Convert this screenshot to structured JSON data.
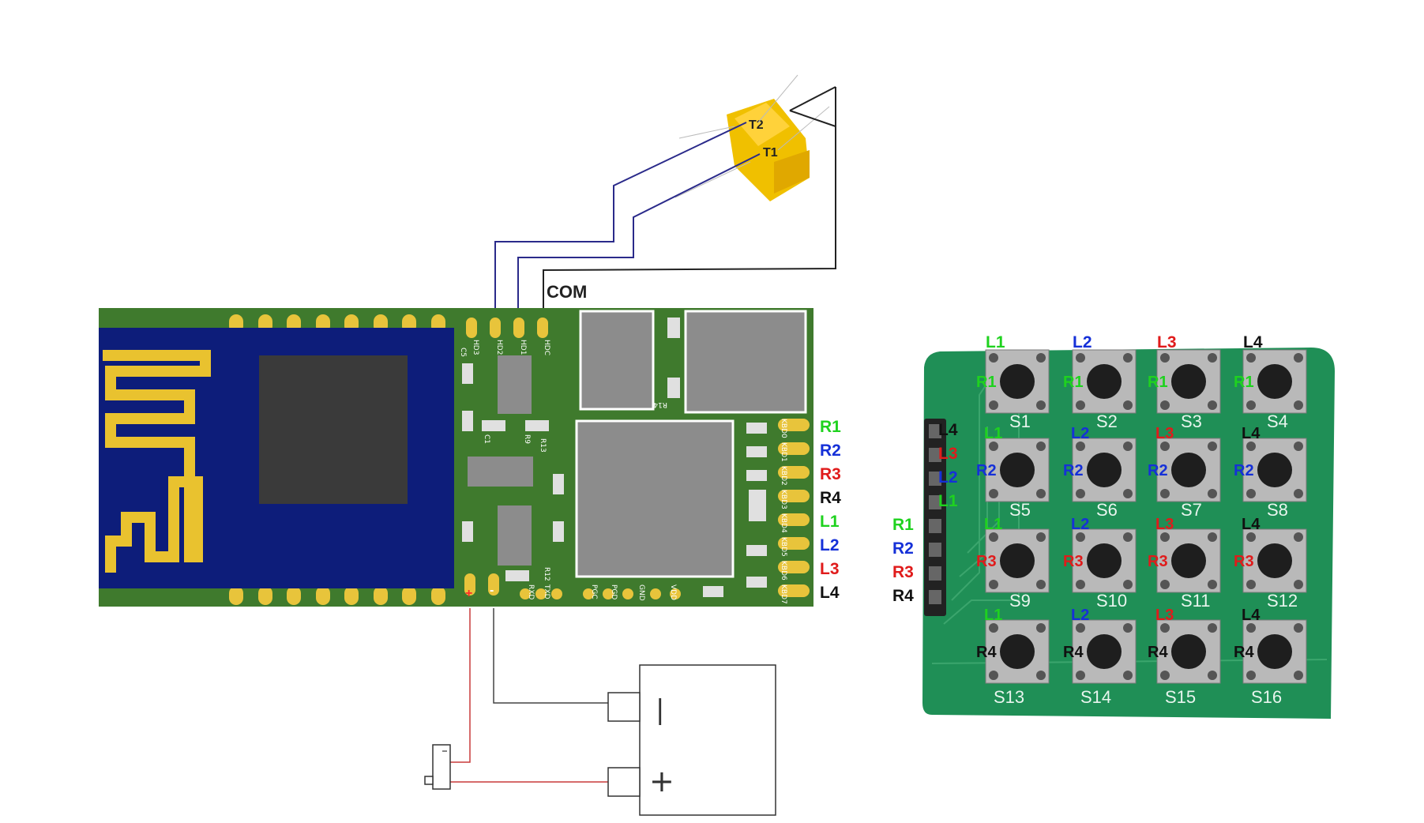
{
  "colors": {
    "green": "#1fd21f",
    "blue": "#1530d8",
    "red": "#e01b1b",
    "black": "#111111",
    "pcb_green": "#3f7a2d",
    "module_blue": "#0d1d7a",
    "antenna_gold": "#e9c22f",
    "keypad_green": "#1f8f56"
  },
  "triac": {
    "t2_label": "T2",
    "t1_label": "T1",
    "com_label": "COM"
  },
  "module": {
    "silk_labels": [
      "HD3",
      "HD2",
      "HD1",
      "HDC",
      "C5",
      "C1",
      "R9",
      "R13",
      "R14",
      "R12",
      "RXD",
      "TXD",
      "PGC",
      "PGD",
      "GND",
      "VDD",
      "KBD0",
      "KBD1",
      "KBD2",
      "KBD3",
      "KBD4",
      "KBD5",
      "KBD6",
      "KBD7"
    ],
    "plus_label": "+",
    "minus_label": "-",
    "pin_labels": [
      {
        "text": "R1",
        "color": "green"
      },
      {
        "text": "R2",
        "color": "blue"
      },
      {
        "text": "R3",
        "color": "red"
      },
      {
        "text": "R4",
        "color": "black"
      },
      {
        "text": "L1",
        "color": "green"
      },
      {
        "text": "L2",
        "color": "blue"
      },
      {
        "text": "L3",
        "color": "red"
      },
      {
        "text": "L4",
        "color": "black"
      }
    ]
  },
  "keypad": {
    "column_headers": [
      {
        "text": "L1",
        "color": "green"
      },
      {
        "text": "L2",
        "color": "blue"
      },
      {
        "text": "L3",
        "color": "red"
      },
      {
        "text": "L4",
        "color": "black"
      }
    ],
    "header_pin_labels": [
      {
        "text": "L4",
        "color": "black"
      },
      {
        "text": "L3",
        "color": "red"
      },
      {
        "text": "L2",
        "color": "blue"
      },
      {
        "text": "L1",
        "color": "green"
      },
      {
        "text": "R1",
        "color": "green"
      },
      {
        "text": "R2",
        "color": "blue"
      },
      {
        "text": "R3",
        "color": "red"
      },
      {
        "text": "R4",
        "color": "black"
      }
    ],
    "switch_names": [
      "S1",
      "S2",
      "S3",
      "S4",
      "S5",
      "S6",
      "S7",
      "S8",
      "S9",
      "S10",
      "S11",
      "S12",
      "S13",
      "S14",
      "S15",
      "S16"
    ],
    "row_labels": [
      {
        "text": "R1",
        "color": "green"
      },
      {
        "text": "R2",
        "color": "blue"
      },
      {
        "text": "R3",
        "color": "red"
      },
      {
        "text": "R4",
        "color": "black"
      }
    ],
    "col_labels": [
      {
        "text": "L1",
        "color": "green"
      },
      {
        "text": "L2",
        "color": "blue"
      },
      {
        "text": "L3",
        "color": "red"
      },
      {
        "text": "L4",
        "color": "black"
      }
    ]
  },
  "battery": {
    "minus_symbol": "|",
    "plus_symbol": "+"
  }
}
